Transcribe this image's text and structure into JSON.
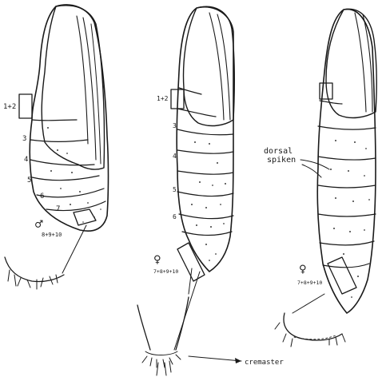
{
  "figure": {
    "pupae": [
      {
        "sex_symbol": "♂",
        "segment_box_upper": "1+2",
        "segment_box_lower": "8+9+10",
        "segment_numbers": [
          "3",
          "4",
          "5",
          "6",
          "7"
        ]
      },
      {
        "sex_symbol": "♀",
        "segment_box_upper": "1+2",
        "segment_box_lower": "7+8+9+10",
        "segment_numbers": [
          "3",
          "4",
          "5",
          "6"
        ]
      },
      {
        "sex_symbol": "♀",
        "segment_box_lower": "7+8+9+10"
      }
    ],
    "annotations": {
      "dorsal_spikes": "dorsal\nspiken",
      "cremaster": "cremaster"
    }
  }
}
